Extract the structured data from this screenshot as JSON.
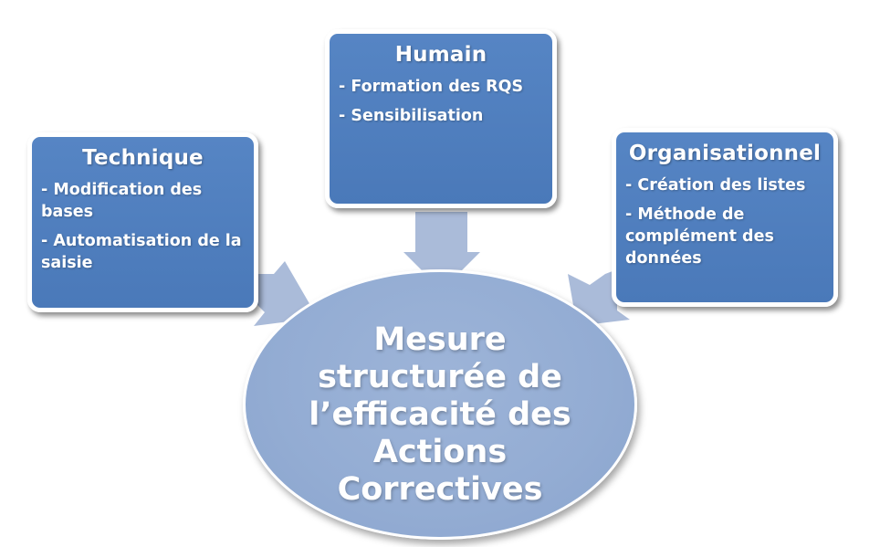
{
  "boxes": {
    "technique": {
      "title": "Technique",
      "items": [
        "- Modification des bases",
        "- Automatisation de la saisie"
      ]
    },
    "humain": {
      "title": "Humain",
      "items": [
        "- Formation des RQS",
        "- Sensibilisation"
      ]
    },
    "organisationnel": {
      "title": "Organisationnel",
      "items": [
        "- Création des listes",
        "- Méthode de complément des données"
      ]
    }
  },
  "center": {
    "lines": [
      "Mesure",
      "structurée de",
      "l’efficacité des",
      "Actions",
      "Correctives"
    ]
  },
  "colors": {
    "box_fill": "#4f7ebf",
    "arrow_fill": "#aabbd9",
    "ellipse_fill": "#93acd3",
    "text": "#ffffff"
  }
}
